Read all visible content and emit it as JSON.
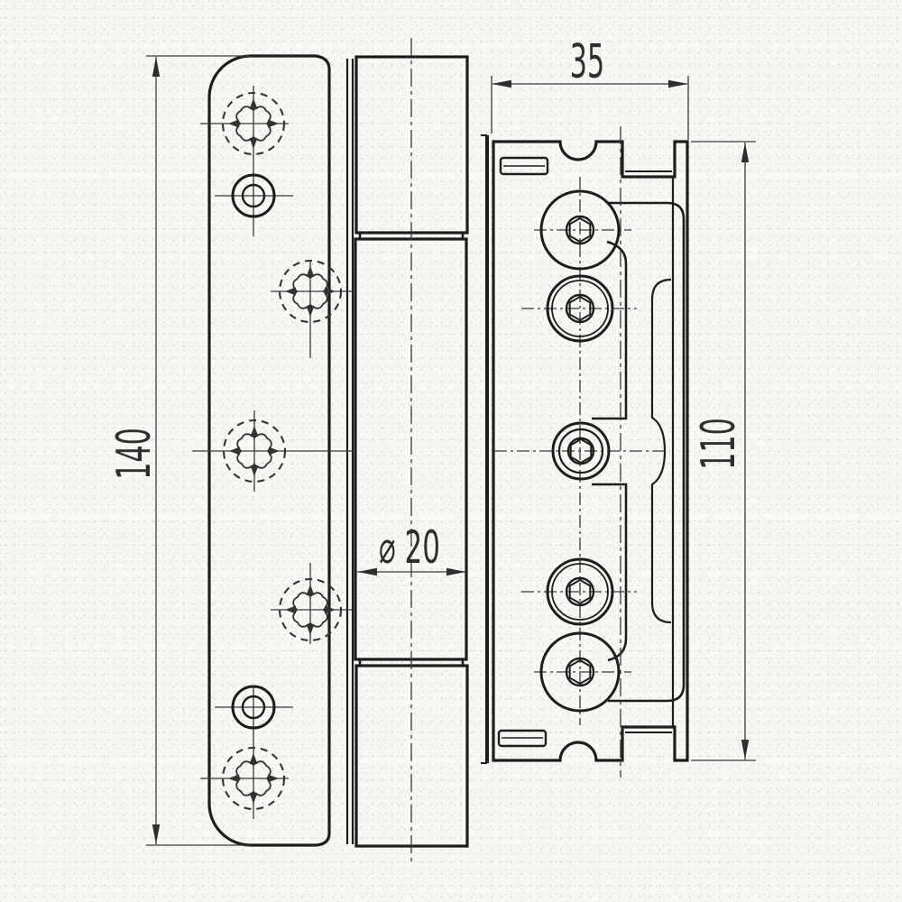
{
  "canvas": {
    "background_color": "#f7f7f4",
    "line_color": "#1d1d1d",
    "thin_line_color": "#3a3a3a"
  },
  "dimensions": {
    "leaf_height": "140",
    "frame_plate_width": "35",
    "frame_plate_height": "110",
    "barrel_diameter": "⌀ 20"
  },
  "icons": {
    "hidden_screw_hole": "dashed circle with quatrefoil and cross arrows",
    "screw_hole": "concentric circles",
    "roller": "concentric circles with hex socket"
  }
}
